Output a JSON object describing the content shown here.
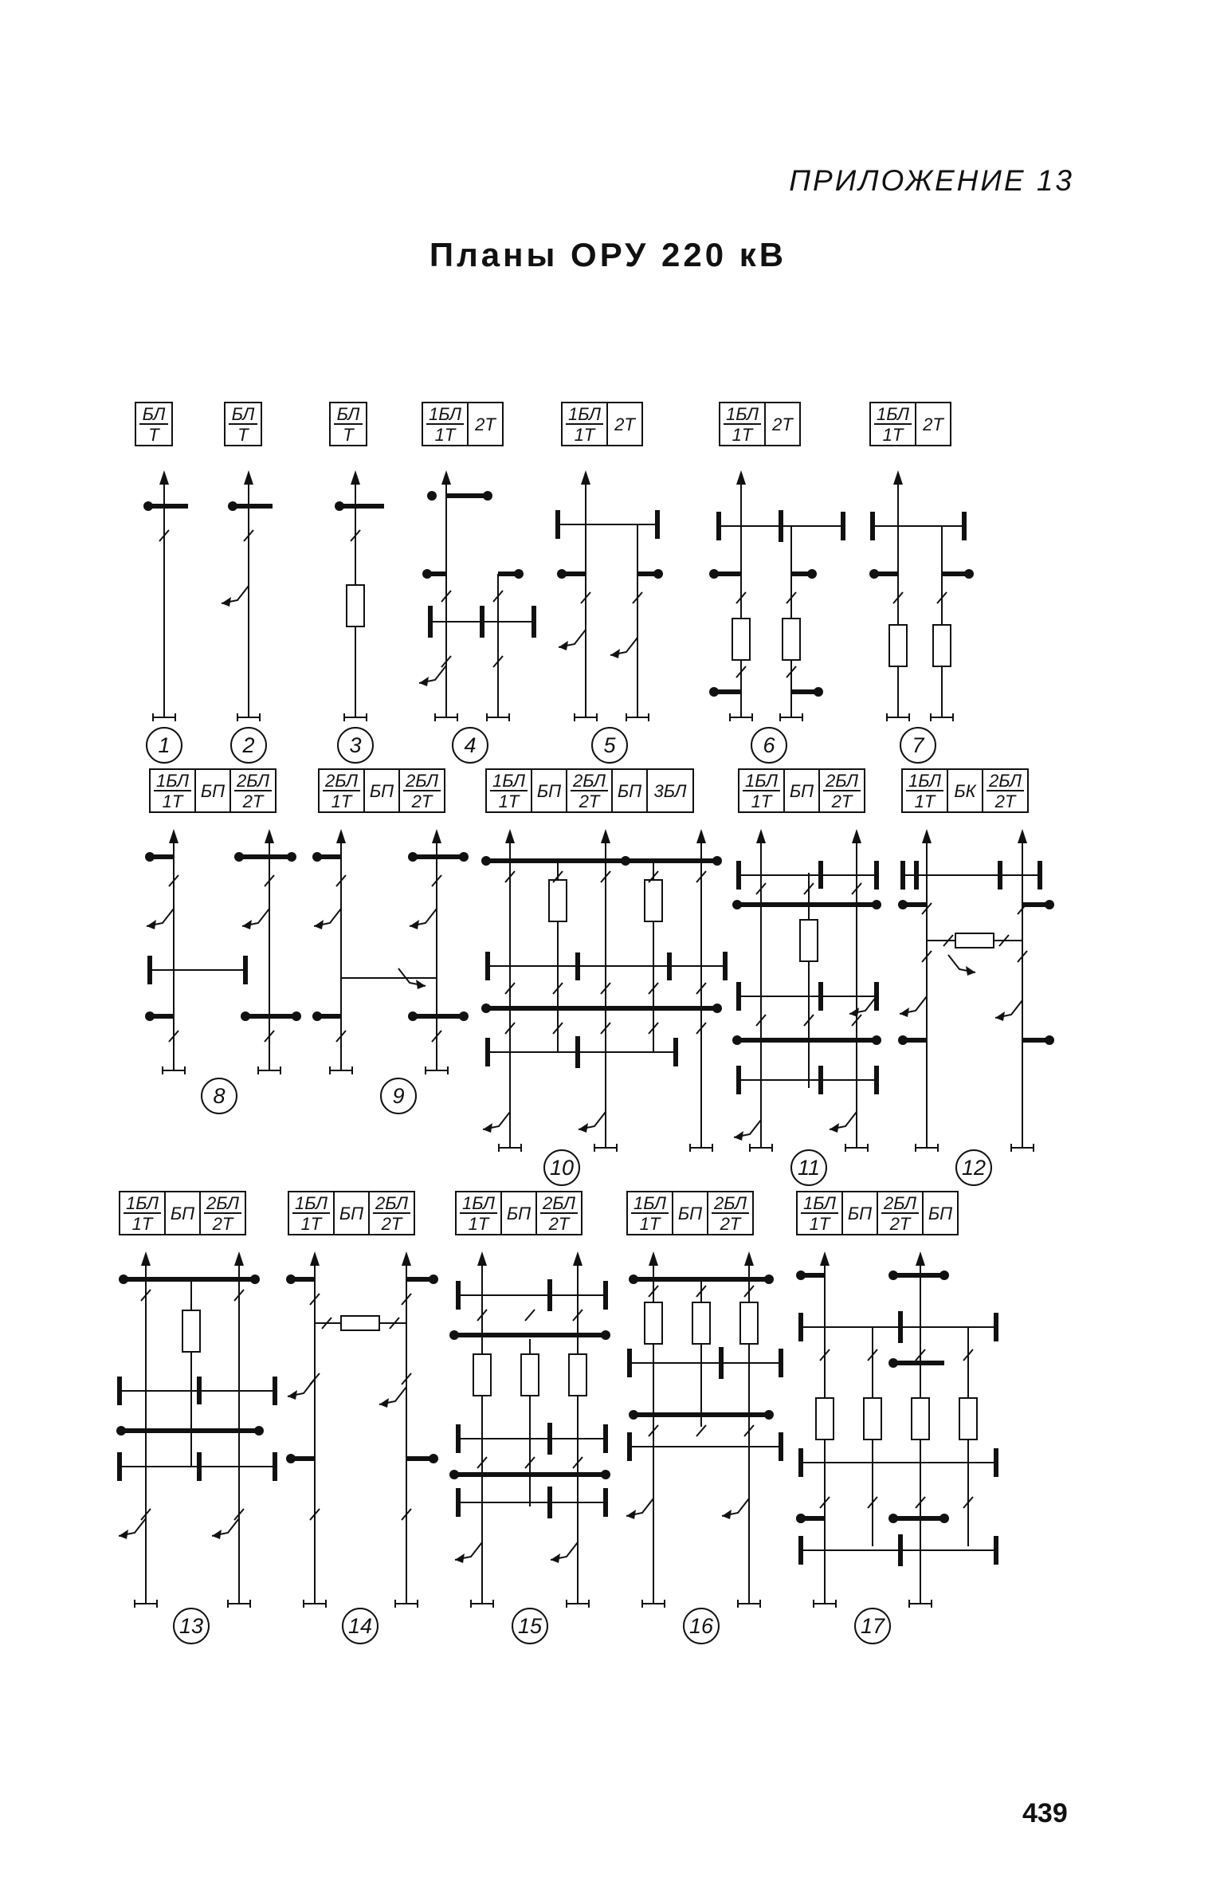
{
  "header": {
    "appendix": "ПРИЛОЖЕНИЕ 13",
    "title": "Планы ОРУ 220 кВ"
  },
  "footer": {
    "page_number": "439"
  },
  "schemes": [
    {
      "number": "1",
      "cells": [
        {
          "top": "БЛ",
          "bottom": "Т"
        }
      ]
    },
    {
      "number": "2",
      "cells": [
        {
          "top": "БЛ",
          "bottom": "Т"
        }
      ]
    },
    {
      "number": "3",
      "cells": [
        {
          "top": "БЛ",
          "bottom": "Т"
        }
      ]
    },
    {
      "number": "4",
      "cells": [
        {
          "top": "1БЛ",
          "bottom": "1Т"
        },
        {
          "text": "2Т"
        }
      ]
    },
    {
      "number": "5",
      "cells": [
        {
          "top": "1БЛ",
          "bottom": "1Т"
        },
        {
          "text": "2Т"
        }
      ]
    },
    {
      "number": "6",
      "cells": [
        {
          "top": "1БЛ",
          "bottom": "1Т"
        },
        {
          "text": "2Т"
        }
      ]
    },
    {
      "number": "7",
      "cells": [
        {
          "top": "1БЛ",
          "bottom": "1Т"
        },
        {
          "text": "2Т"
        }
      ]
    },
    {
      "number": "8",
      "cells": [
        {
          "top": "1БЛ",
          "bottom": "1Т"
        },
        {
          "text": "БП"
        },
        {
          "top": "2БЛ",
          "bottom": "2Т"
        }
      ]
    },
    {
      "number": "9",
      "cells": [
        {
          "top": "2БЛ",
          "bottom": "1Т"
        },
        {
          "text": "БП"
        },
        {
          "top": "2БЛ",
          "bottom": "2Т"
        }
      ]
    },
    {
      "number": "10",
      "cells": [
        {
          "top": "1БЛ",
          "bottom": "1Т"
        },
        {
          "text": "БП"
        },
        {
          "top": "2БЛ",
          "bottom": "2Т"
        },
        {
          "text": "БП"
        },
        {
          "text": "3БЛ"
        }
      ]
    },
    {
      "number": "11",
      "cells": [
        {
          "top": "1БЛ",
          "bottom": "1Т"
        },
        {
          "text": "БП"
        },
        {
          "top": "2БЛ",
          "bottom": "2Т"
        }
      ]
    },
    {
      "number": "12",
      "cells": [
        {
          "top": "1БЛ",
          "bottom": "1Т"
        },
        {
          "text": "БК"
        },
        {
          "top": "2БЛ",
          "bottom": "2Т"
        }
      ]
    },
    {
      "number": "13",
      "cells": [
        {
          "top": "1БЛ",
          "bottom": "1Т"
        },
        {
          "text": "БП"
        },
        {
          "top": "2БЛ",
          "bottom": "2Т"
        }
      ]
    },
    {
      "number": "14",
      "cells": [
        {
          "top": "1БЛ",
          "bottom": "1Т"
        },
        {
          "text": "БП"
        },
        {
          "top": "2БЛ",
          "bottom": "2Т"
        }
      ]
    },
    {
      "number": "15",
      "cells": [
        {
          "top": "1БЛ",
          "bottom": "1Т"
        },
        {
          "text": "БП"
        },
        {
          "top": "2БЛ",
          "bottom": "2Т"
        }
      ]
    },
    {
      "number": "16",
      "cells": [
        {
          "top": "1БЛ",
          "bottom": "1Т"
        },
        {
          "text": "БП"
        },
        {
          "top": "2БЛ",
          "bottom": "2Т"
        }
      ]
    },
    {
      "number": "17",
      "cells": [
        {
          "top": "1БЛ",
          "bottom": "1Т"
        },
        {
          "text": "БП"
        },
        {
          "top": "2БЛ",
          "bottom": "2Т"
        },
        {
          "text": "БП"
        }
      ]
    }
  ]
}
